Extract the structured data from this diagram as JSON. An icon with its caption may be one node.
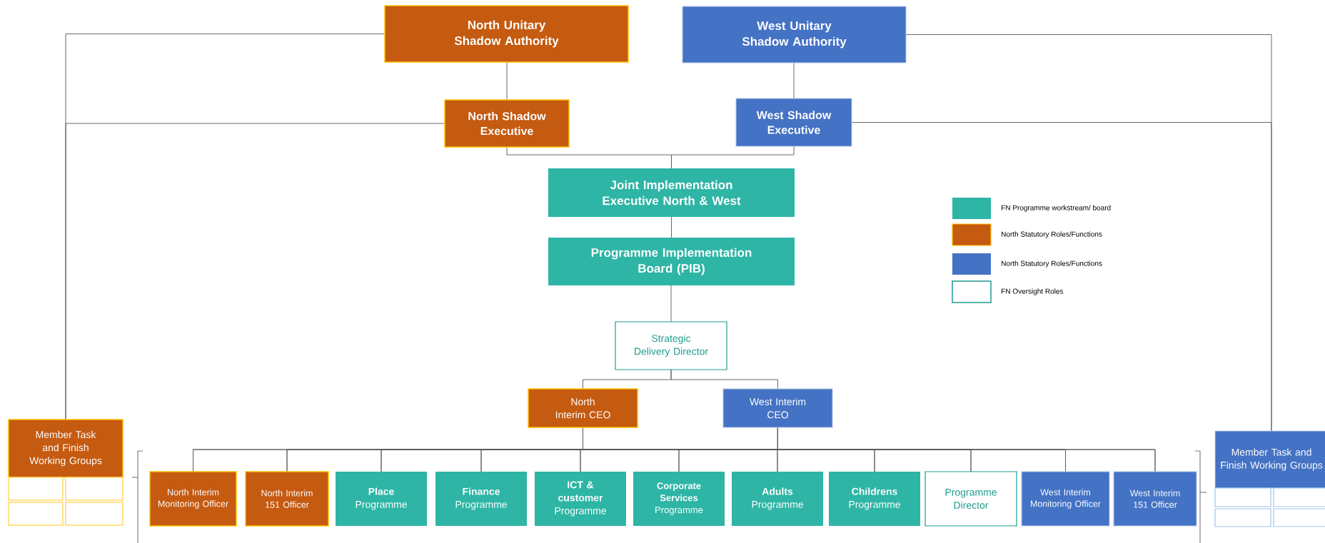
{
  "diagram": {
    "nodes": [
      {
        "text": [
          "North Unitary Shadow Authority"
        ]
      },
      {
        "text": [
          "West Unitary Shadow Authority"
        ]
      },
      {
        "text": [
          "North Shadow Executive"
        ]
      },
      {
        "text": [
          "West Shadow Executive"
        ]
      },
      {
        "text": [
          "Joint Implementation Executive North & West"
        ]
      },
      {
        "text": [
          "Programme Implementation Board (PIB)"
        ]
      },
      {
        "text": [
          "Strategic Delivery Director"
        ]
      },
      {
        "text": [
          "North Interim CEO"
        ]
      },
      {
        "text": [
          "West Interim CEO"
        ]
      },
      {
        "text": [
          "Member Task and Finish Working Groups"
        ]
      },
      {
        "text": [],
        "shape": "box"
      },
      {
        "text": [],
        "shape": "box"
      },
      {
        "text": [],
        "shape": "box"
      },
      {
        "text": [],
        "shape": "box"
      },
      {
        "text": [
          "North Interim Monitoring Officer"
        ]
      },
      {
        "text": [
          "North Interim 151 Officer"
        ]
      },
      {
        "text": [
          "Place",
          "Programme"
        ]
      },
      {
        "text": [
          "Finance",
          "Programme"
        ]
      },
      {
        "text": [
          "ICT & customer",
          "Programme"
        ]
      },
      {
        "text": [
          "Corporate Services",
          "Programme"
        ]
      },
      {
        "text": [
          "Adults",
          "Programme"
        ]
      },
      {
        "text": [
          "Childrens",
          "Programme"
        ]
      },
      {
        "text": [
          "Programme Director"
        ]
      },
      {
        "text": [
          "West Interim Monitoring Officer"
        ]
      },
      {
        "text": [
          "West Interim 151 Officer"
        ]
      },
      {
        "text": [
          "Member Task and Finish Working Groups"
        ]
      },
      {
        "text": [],
        "shape": "box"
      },
      {
        "text": [],
        "shape": "box"
      },
      {
        "text": [],
        "shape": "box"
      },
      {
        "text": [],
        "shape": "box"
      }
    ],
    "edges": [
      {
        "from": 0,
        "to": 2,
        "arrow": "none"
      },
      {
        "from": 1,
        "to": 3,
        "arrow": "none"
      },
      {
        "from": 0,
        "to": 9,
        "arrow": "none"
      },
      {
        "from": 2,
        "to": 9,
        "arrow": "none"
      },
      {
        "from": 1,
        "to": 25,
        "arrow": "none"
      },
      {
        "from": 3,
        "to": 25,
        "arrow": "none"
      },
      {
        "from": 2,
        "to": 4,
        "arrow": "none"
      },
      {
        "from": 3,
        "to": 4,
        "arrow": "none"
      },
      {
        "from": 4,
        "to": 5,
        "arrow": "none"
      },
      {
        "from": 5,
        "to": 6,
        "arrow": "none"
      },
      {
        "from": 6,
        "to": 7,
        "arrow": "none"
      },
      {
        "from": 6,
        "to": 8,
        "arrow": "none"
      },
      {
        "from": 7,
        "to": 14,
        "arrow": "none"
      },
      {
        "from": 7,
        "to": 15,
        "arrow": "none"
      },
      {
        "from": 7,
        "to": 16,
        "arrow": "none"
      },
      {
        "from": 7,
        "to": 17,
        "arrow": "none"
      },
      {
        "from": 7,
        "to": 18,
        "arrow": "none"
      },
      {
        "from": 7,
        "to": 19,
        "arrow": "none"
      },
      {
        "from": 7,
        "to": 20,
        "arrow": "none"
      },
      {
        "from": 7,
        "to": 21,
        "arrow": "none"
      },
      {
        "from": 7,
        "to": 22,
        "arrow": "none"
      },
      {
        "from": 7,
        "to": 23,
        "arrow": "none"
      },
      {
        "from": 7,
        "to": 24,
        "arrow": "none"
      },
      {
        "from": 8,
        "to": 14,
        "arrow": "none"
      },
      {
        "from": 8,
        "to": 15,
        "arrow": "none"
      },
      {
        "from": 8,
        "to": 16,
        "arrow": "none"
      },
      {
        "from": 8,
        "to": 17,
        "arrow": "none"
      },
      {
        "from": 8,
        "to": 18,
        "arrow": "none"
      },
      {
        "from": 8,
        "to": 19,
        "arrow": "none"
      },
      {
        "from": 8,
        "to": 20,
        "arrow": "none"
      },
      {
        "from": 8,
        "to": 21,
        "arrow": "none"
      },
      {
        "from": 8,
        "to": 22,
        "arrow": "none"
      },
      {
        "from": 8,
        "to": 23,
        "arrow": "none"
      },
      {
        "from": 8,
        "to": 24,
        "arrow": "none"
      }
    ],
    "legend": [
      {
        "text": "FN Programme workstream/ board",
        "color": "#2eb5a5"
      },
      {
        "text": "North Statutory Roles/Functions",
        "color": "#c55a11"
      },
      {
        "text": "North Statutory Roles/Functions",
        "color": "#4472c4"
      },
      {
        "text": "FN Oversight Roles"
      }
    ]
  }
}
